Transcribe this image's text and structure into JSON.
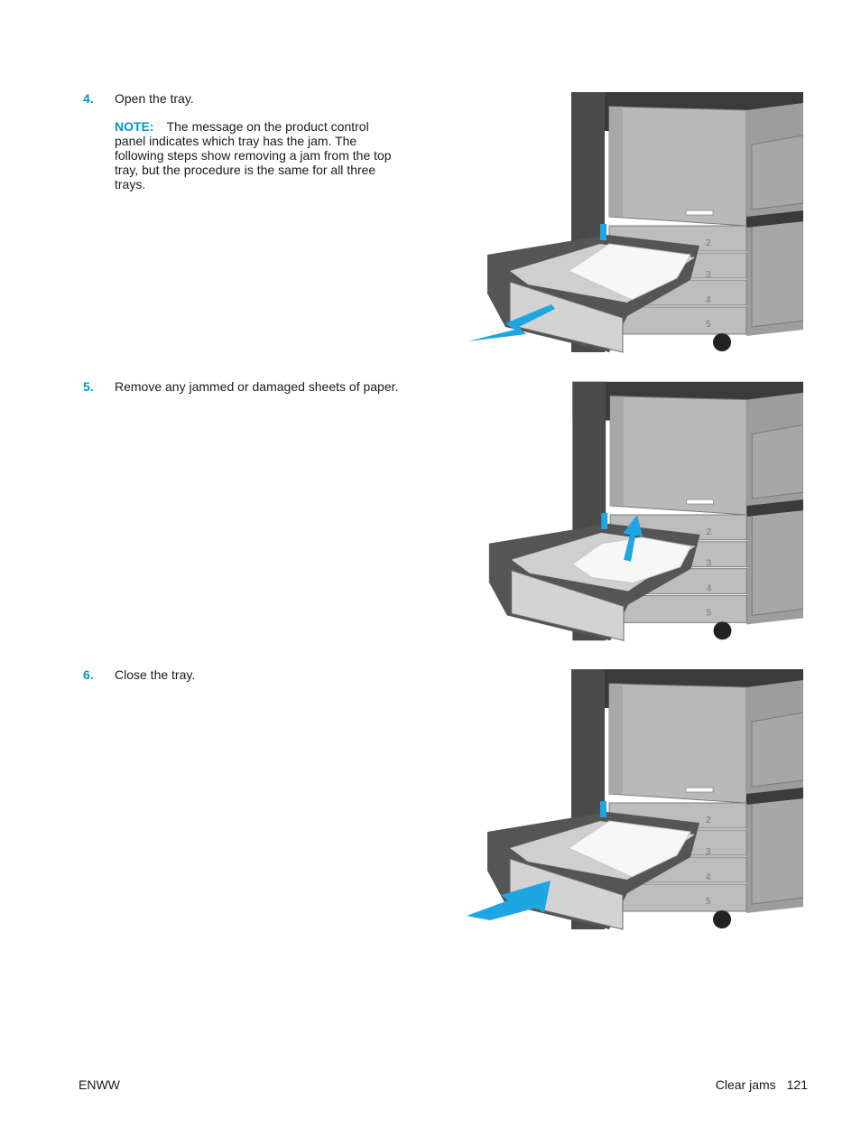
{
  "steps": [
    {
      "number": "4.",
      "text": "Open the tray.",
      "note_label": "NOTE:",
      "note_text": "The message on the product control panel indicates which tray has the jam. The following steps show removing a jam from the top tray, but the procedure is the same for all three trays."
    },
    {
      "number": "5.",
      "text": "Remove any jammed or damaged sheets of paper."
    },
    {
      "number": "6.",
      "text": "Close the tray."
    }
  ],
  "tray_labels": [
    "2",
    "3",
    "4",
    "5"
  ],
  "colors": {
    "accent": "#0096d6",
    "arrow": "#1ea6e3",
    "printer_dark": "#3b3b3b",
    "printer_panel": "#b9b9b9"
  },
  "footer": {
    "left": "ENWW",
    "section": "Clear jams",
    "page": "121"
  }
}
